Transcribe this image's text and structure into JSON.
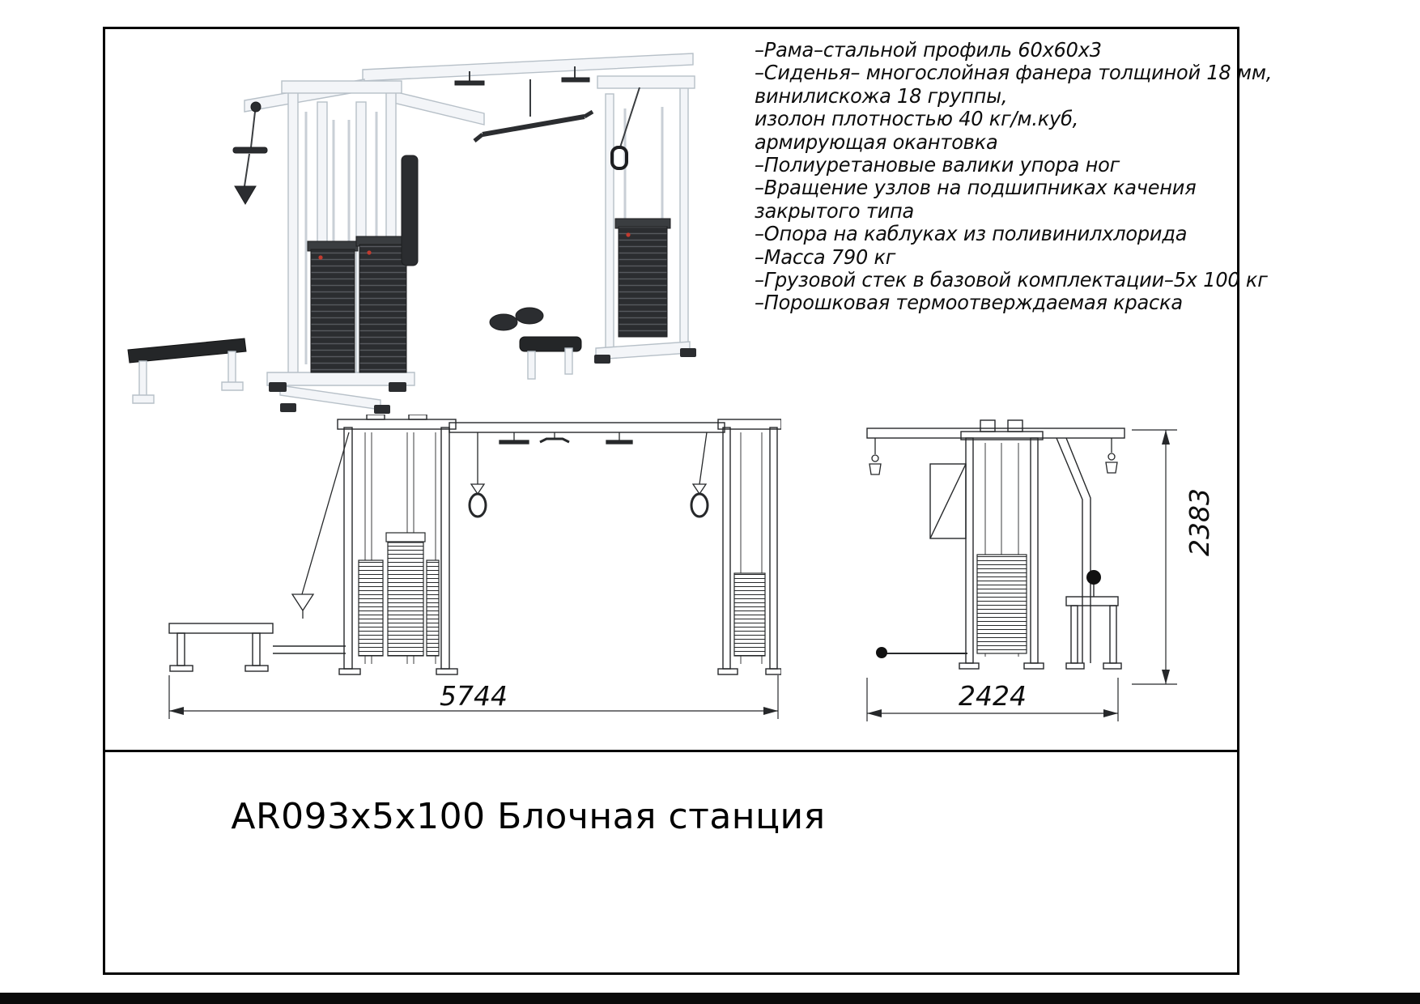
{
  "sheet": {
    "title": "AR093x5x100 Блочная станция"
  },
  "specs": {
    "lines": [
      "–Рама–стальной профиль 60х60х3",
      "–Сиденья– многослойная фанера толщиной 18 мм,",
      "винилискожа 18 группы,",
      "изолон плотностью 40 кг/м.куб,",
      "армирующая окантовка",
      "–Полиуретановые валики упора ног",
      "–Вращение узлов на подшипниках качения",
      "закрытого типа",
      "–Опора на каблуках из поливинилхлорида",
      "–Масса 790 кг",
      "–Грузовой стек в базовой комплектации–5х 100 кг",
      "–Порошковая термоотверждаемая краска"
    ]
  },
  "dimensions": {
    "front_width_mm": "5744",
    "side_width_mm": "2424",
    "height_mm": "2383"
  },
  "colors": {
    "drawing_line": "#26282a",
    "frame_fill": "#f3f5f8",
    "frame_stroke": "#b7c0c8",
    "stack_dark": "#2b2d30",
    "stack_pin_red": "#c23b2f"
  }
}
